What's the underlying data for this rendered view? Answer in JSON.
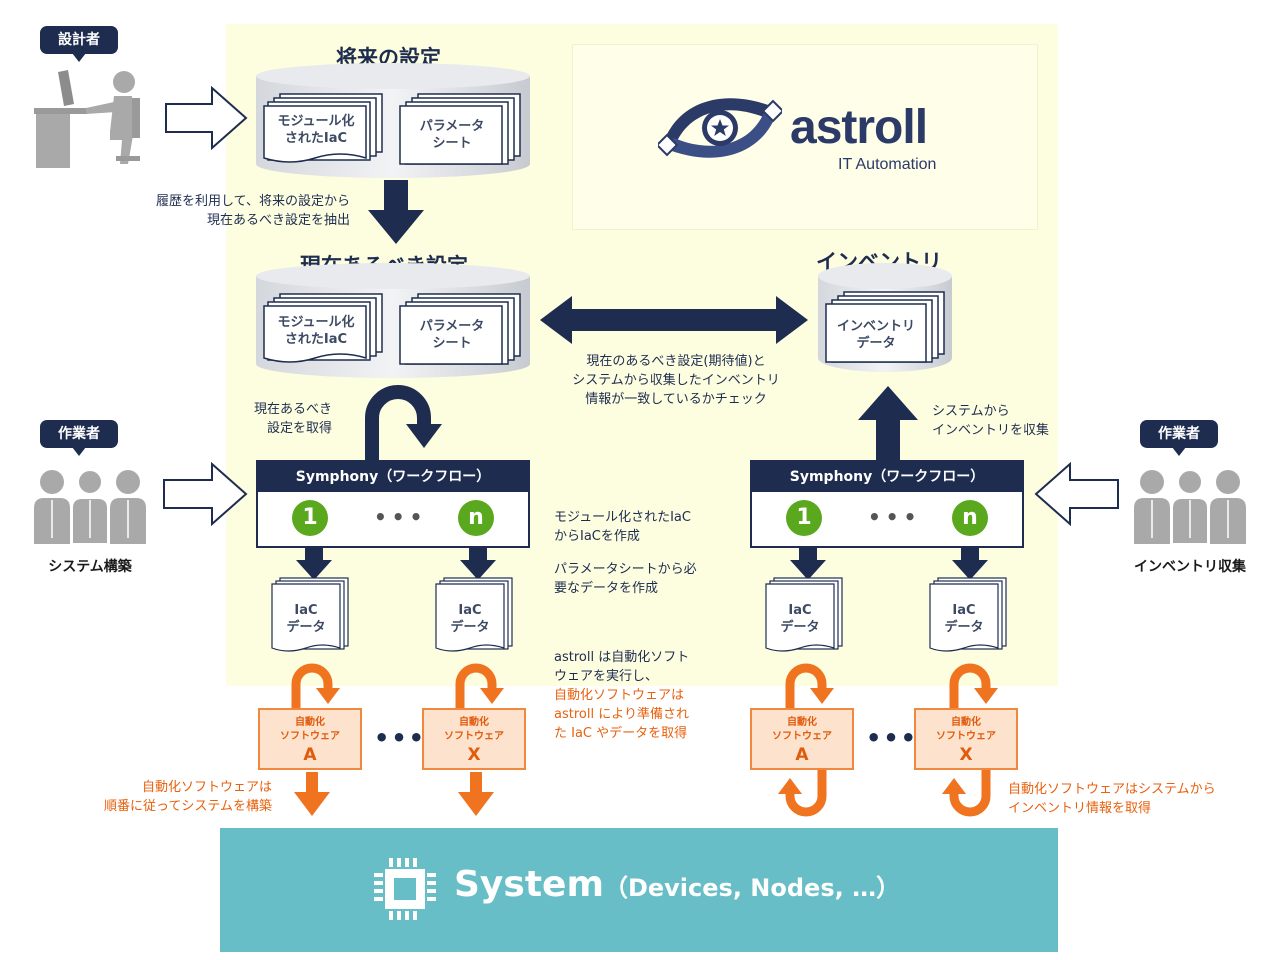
{
  "colors": {
    "navy": "#1e2d4f",
    "green": "#5aa81e",
    "orange": "#e8610e",
    "system": "#67bec6",
    "panel": "#fdfde0"
  },
  "roles": {
    "designer": "設計者",
    "worker_left": "作業者",
    "worker_right": "作業者",
    "caption_left": "システム構築",
    "caption_right": "インベントリ収集"
  },
  "future_settings": {
    "title": "将来の設定",
    "doc1": [
      "モジュール化",
      "されたIaC"
    ],
    "doc2": [
      "パラメータ",
      "シート"
    ]
  },
  "current_settings": {
    "title": "現在あるべき設定",
    "doc1": [
      "モジュール化",
      "されたIaC"
    ],
    "doc2": [
      "パラメータ",
      "シート"
    ]
  },
  "inventory": {
    "title": "インベントリ",
    "doc": [
      "インベントリ",
      "データ"
    ]
  },
  "logo": {
    "name": "astroll",
    "sub": "IT Automation"
  },
  "notes": {
    "history": [
      "履歴を利用して、将来の設定から",
      "現在あるべき設定を抽出"
    ],
    "compare": [
      "現在のあるべき設定(期待値)と",
      "システムから収集したインベントリ",
      "情報が一致しているかチェック"
    ],
    "get_current": [
      "現在あるべき",
      "設定を取得"
    ],
    "collect": [
      "システムから",
      "インベントリを収集"
    ],
    "iac_create": [
      "モジュール化されたIaC",
      "からIaCを作成"
    ],
    "param_create": [
      "パラメータシートから必",
      "要なデータを作成"
    ],
    "exec": [
      "astroll は自動化ソフト",
      "ウェアを実行し、"
    ],
    "exec_orange": [
      "自動化ソフトウェアは",
      "astroll により準備され",
      "た IaC やデータを取得"
    ],
    "build_left": [
      "自動化ソフトウェアは",
      "順番に従ってシステムを構築"
    ],
    "get_right": [
      "自動化ソフトウェアはシステムから",
      "インベントリ情報を取得"
    ]
  },
  "symphony": {
    "left_title": "Symphony（ワークフロー）",
    "right_title": "Symphony（ワークフロー）",
    "step_first": "1",
    "step_last": "n",
    "dots": "•••"
  },
  "iac_data": {
    "line1": "IaC",
    "line2": "データ"
  },
  "automation": {
    "line1": "自動化",
    "line2": "ソフトウェア",
    "first": "A",
    "last": "X",
    "dots": "•••"
  },
  "system": {
    "title": "System",
    "sub": "（Devices, Nodes, …）"
  }
}
